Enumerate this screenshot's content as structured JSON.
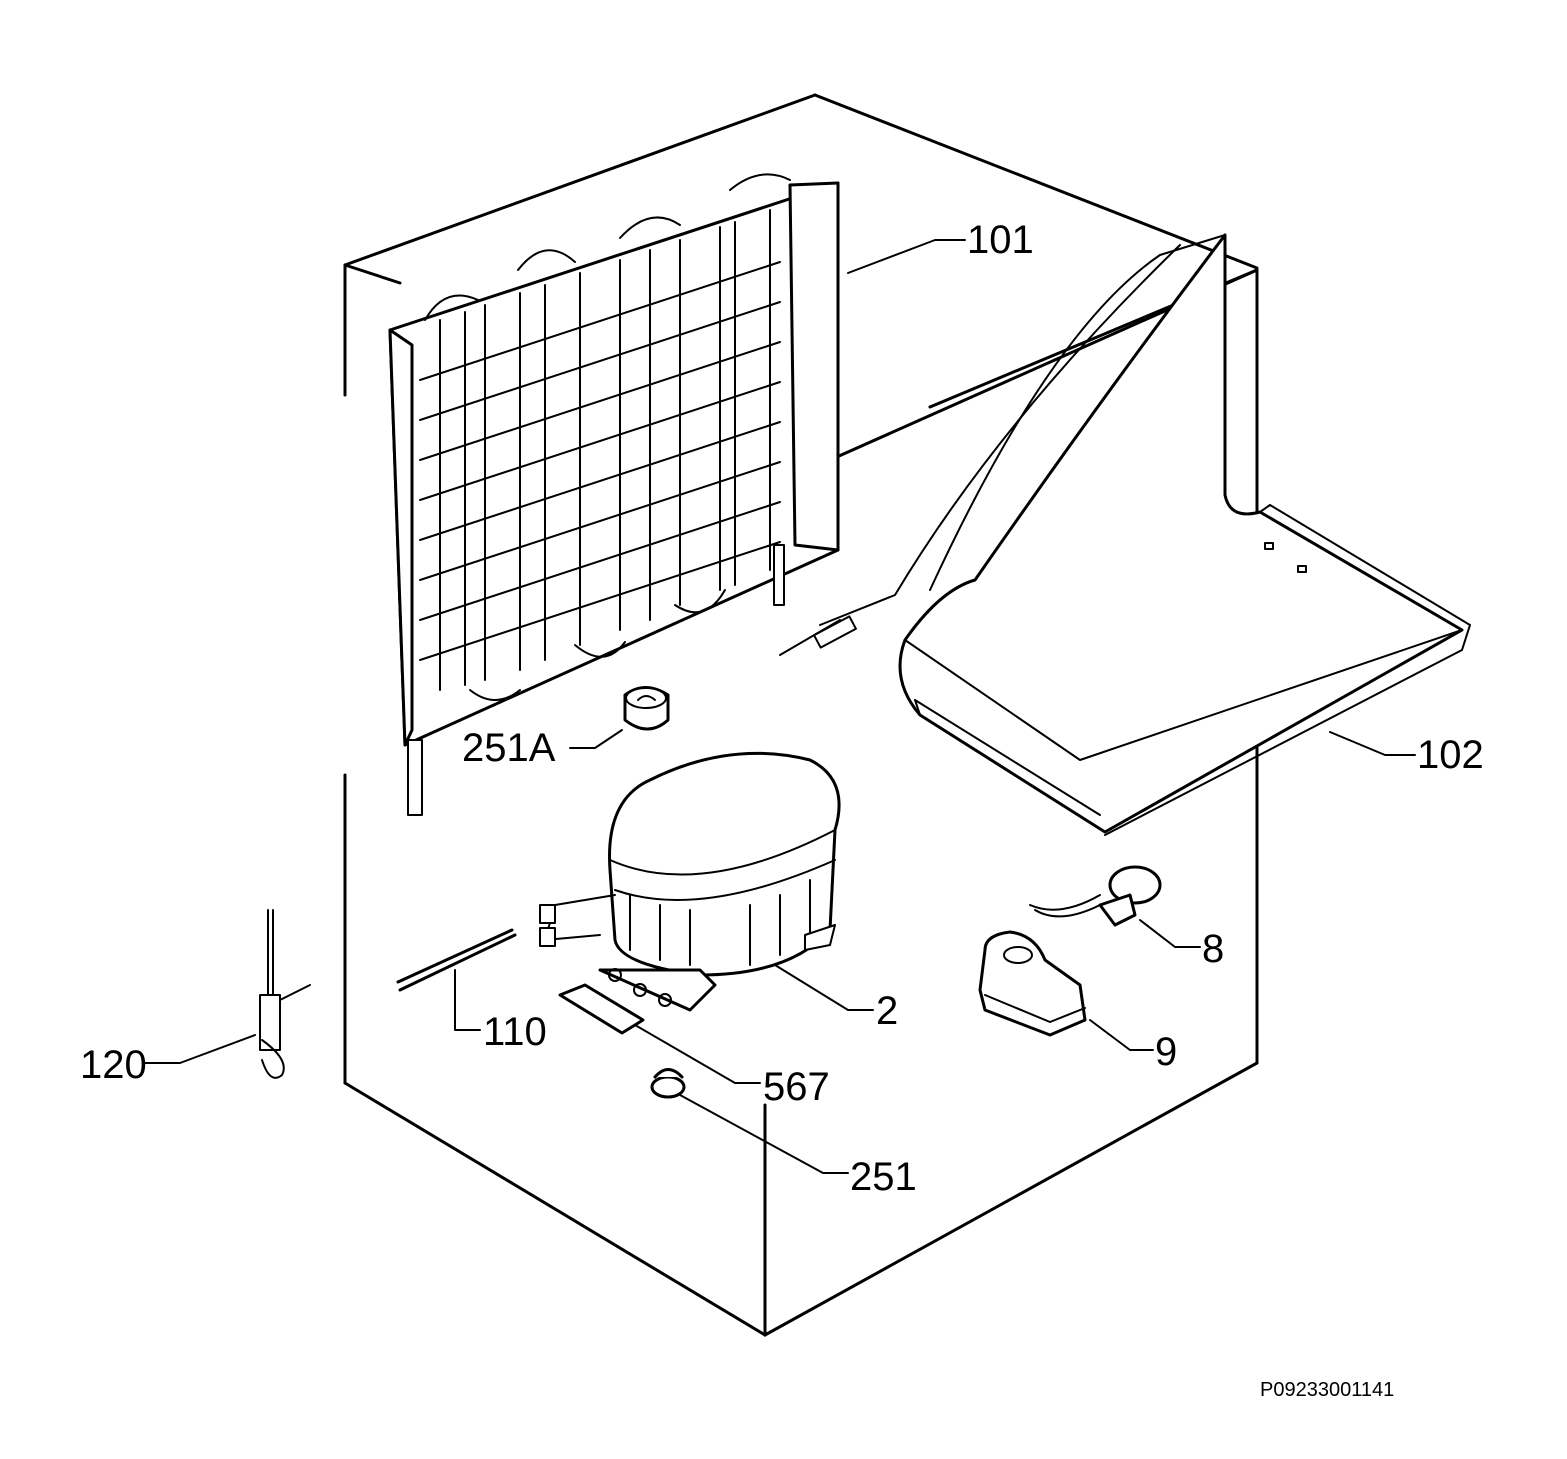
{
  "callouts": {
    "c101": "101",
    "c102": "102",
    "c251a": "251A",
    "c2": "2",
    "c8": "8",
    "c9": "9",
    "c110": "110",
    "c120": "120",
    "c567": "567",
    "c251": "251"
  },
  "reference_code": "P09233001141",
  "colors": {
    "ink": "#000000",
    "paper": "#ffffff"
  }
}
